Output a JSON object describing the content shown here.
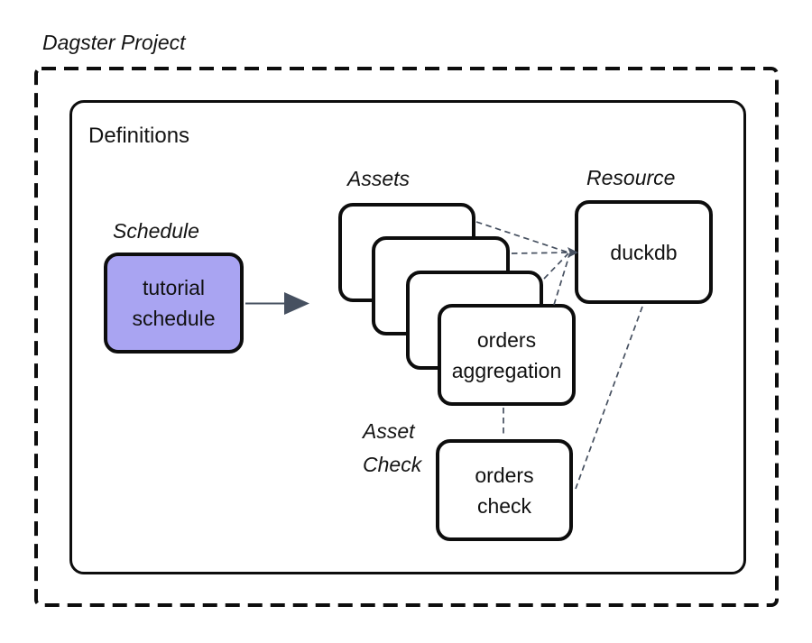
{
  "title": "Dagster Project",
  "definitions_label": "Definitions",
  "schedule": {
    "label": "Schedule",
    "box": {
      "line1": "tutorial",
      "line2": "schedule"
    }
  },
  "assets": {
    "label": "Assets",
    "aggregation_box": {
      "line1": "orders",
      "line2": "aggregation"
    }
  },
  "resource": {
    "label": "Resource",
    "box_text": "duckdb"
  },
  "asset_check": {
    "label_line1": "Asset",
    "label_line2": "Check",
    "box": {
      "line1": "orders",
      "line2": "check"
    }
  },
  "colors": {
    "schedule_fill": "#a9a4f2",
    "connector": "#465060",
    "outline": "#0d0d0d",
    "background": "#ffffff"
  }
}
